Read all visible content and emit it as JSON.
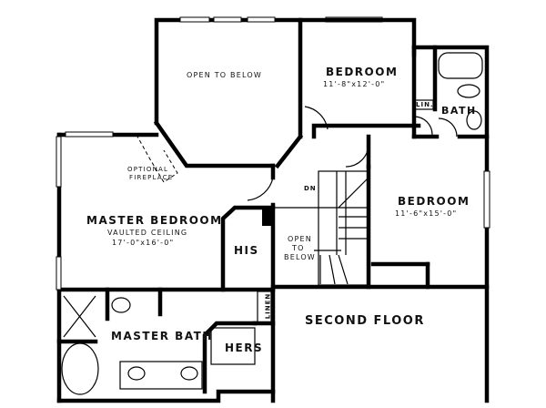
{
  "plan": {
    "title": "SECOND FLOOR",
    "rooms": {
      "open_to_below_top": "OPEN TO BELOW",
      "bedroom_1": {
        "name": "BEDROOM",
        "size": "11'-8\"x12'-0\""
      },
      "bath": "BATH",
      "linen_closet_small": "LIN.",
      "bedroom_2": {
        "name": "BEDROOM",
        "size": "11'-6\"x15'-0\""
      },
      "master_bedroom": {
        "name": "MASTER BEDROOM",
        "note": "VAULTED CEILING",
        "size": "17'-0\"x16'-0\""
      },
      "optional_fireplace": [
        "OPTIONAL",
        "FIREPLACE"
      ],
      "his_closet": "HIS",
      "hers_closet": "HERS",
      "linen": "LINEN",
      "master_bath": "MASTER BATH",
      "open_to_below_stair": [
        "OPEN",
        "TO",
        "BELOW"
      ],
      "stair_label": "DN"
    }
  }
}
